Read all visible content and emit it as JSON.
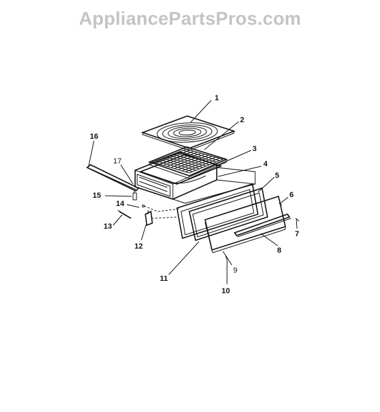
{
  "watermark": "AppliancePartsPros.com",
  "callouts": {
    "c1": "1",
    "c2": "2",
    "c3": "3",
    "c4": "4",
    "c5": "5",
    "c6": "6",
    "c7": "7",
    "c8": "8",
    "c9": "9",
    "c10": "10",
    "c11": "11",
    "c12": "12",
    "c13": "13",
    "c14": "14",
    "c15": "15",
    "c16": "16",
    "c17": "17"
  },
  "colors": {
    "ink": "#111111",
    "watermark": "#c4c4c4",
    "background": "#ffffff"
  }
}
